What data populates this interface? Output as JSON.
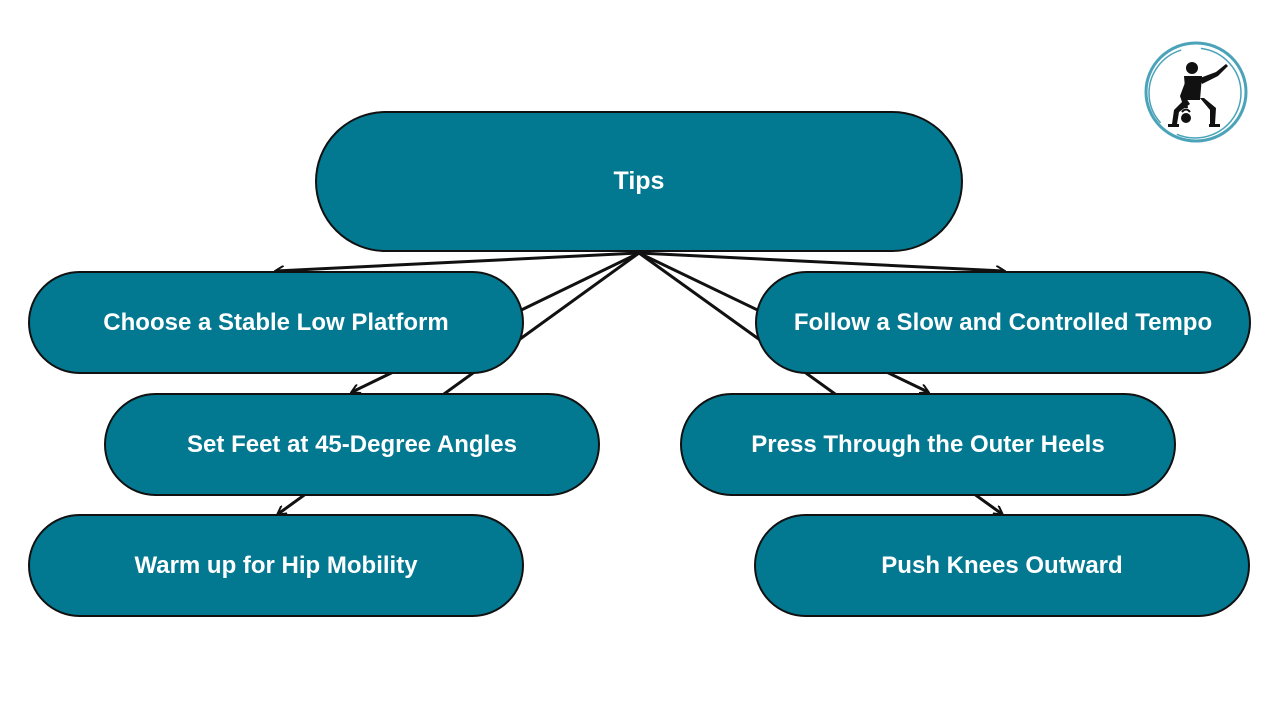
{
  "root": {
    "label": "Tips"
  },
  "tips": [
    {
      "label": "Choose a Stable Low Platform"
    },
    {
      "label": "Set Feet at 45-Degree Angles"
    },
    {
      "label": "Warm up for Hip Mobility"
    },
    {
      "label": "Follow a Slow and Controlled Tempo"
    },
    {
      "label": "Press Through the Outer Heels"
    },
    {
      "label": "Push Knees Outward"
    }
  ],
  "colors": {
    "node_fill": "#037891",
    "node_border": "#111111",
    "node_text": "#ffffff",
    "connector": "#111111",
    "logo_ring": "#4aa3b8"
  },
  "logo": {
    "icon": "kettlebell-squat-silhouette-icon"
  }
}
